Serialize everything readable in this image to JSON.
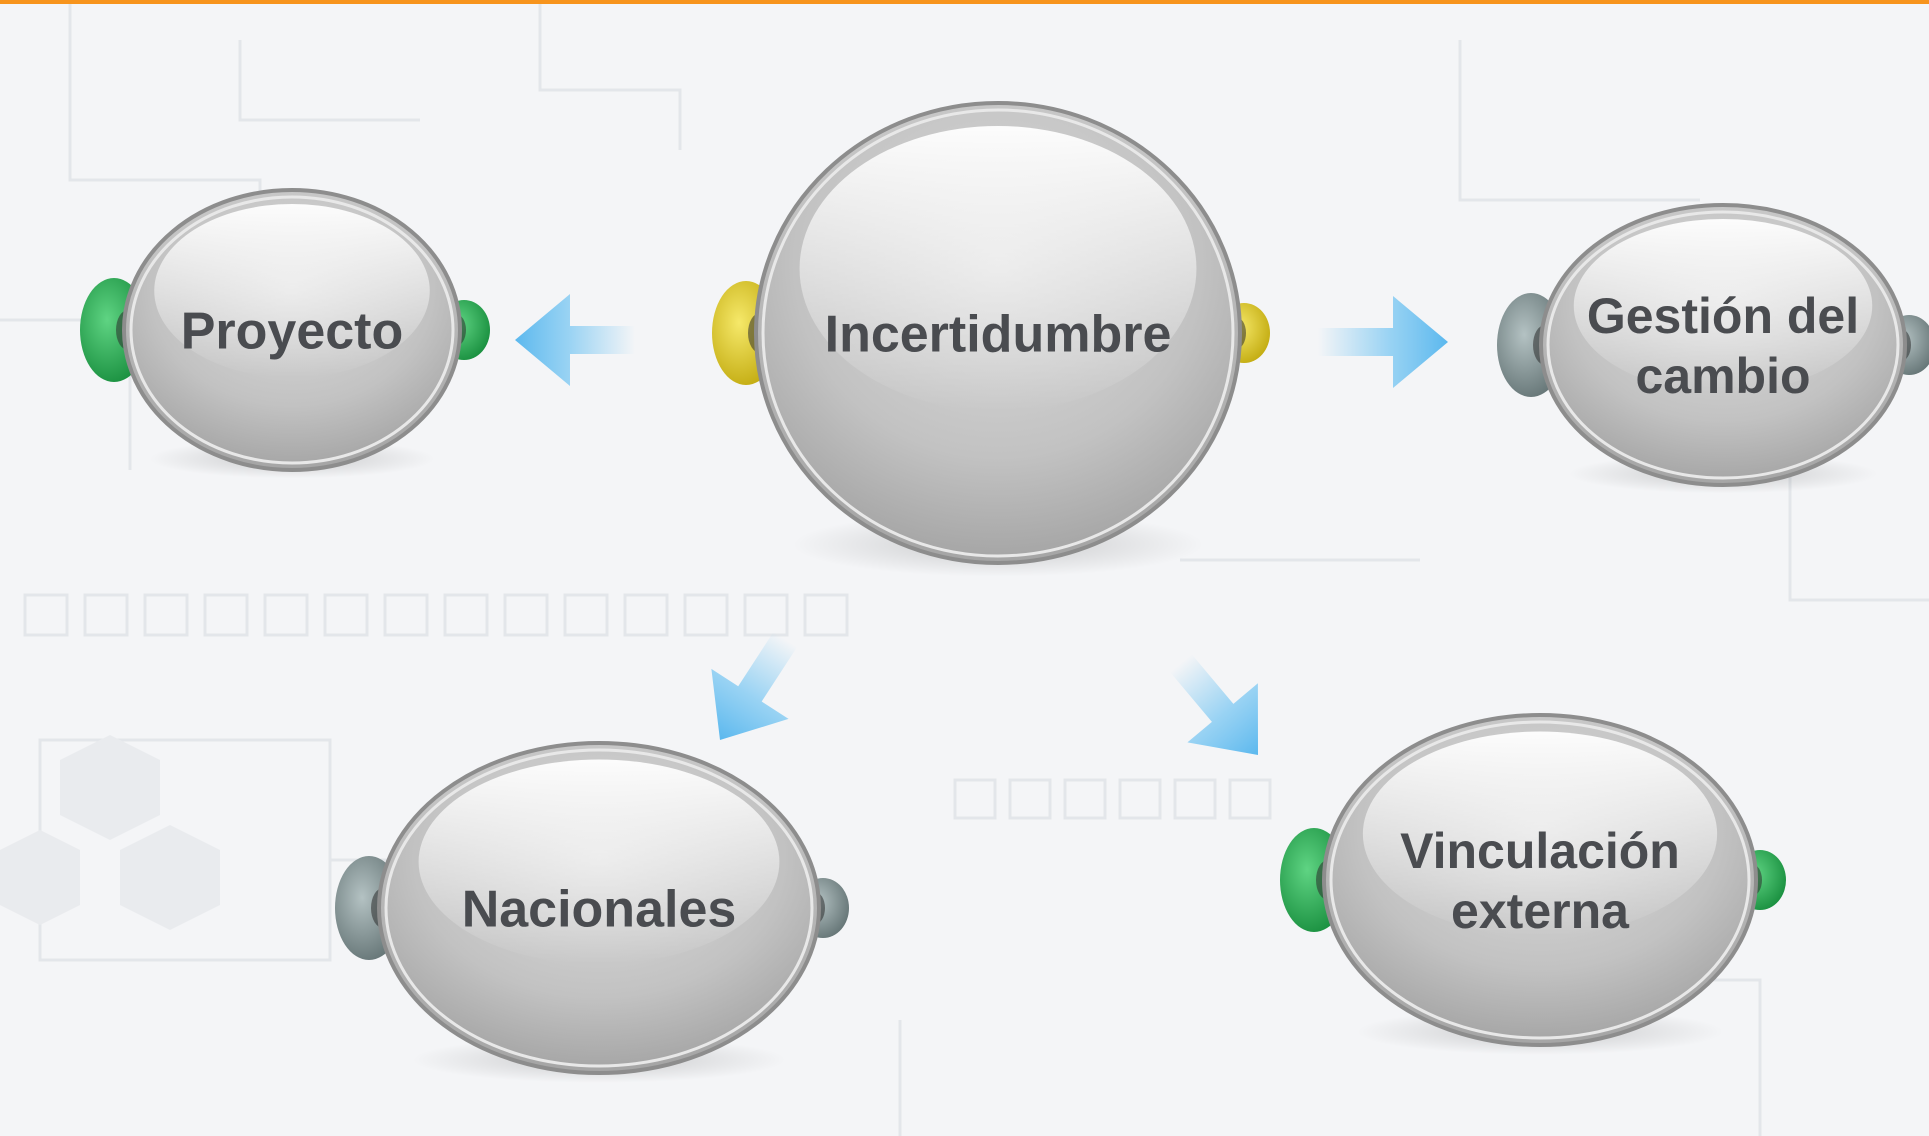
{
  "colors": {
    "accent_top_bar": "#f7941d",
    "background": "#f4f5f7",
    "circuit_lines": "#e1e4e8",
    "arrow": "#8fcff3",
    "label_text": "#4a4c50",
    "cap_green": "#2fb55a",
    "cap_yellow": "#e9d21d",
    "cap_gray": "#8a9a9b"
  },
  "diagram": {
    "nodes": [
      {
        "id": "incertidumbre",
        "lines": [
          "Incertidumbre"
        ],
        "cap_color": "yellow",
        "role": "center"
      },
      {
        "id": "proyecto",
        "lines": [
          "Proyecto"
        ],
        "cap_color": "green"
      },
      {
        "id": "gestion-del-cambio",
        "lines": [
          "Gestión del",
          "cambio"
        ],
        "cap_color": "gray"
      },
      {
        "id": "nacionales",
        "lines": [
          "Nacionales"
        ],
        "cap_color": "gray"
      },
      {
        "id": "vinculacion-externa",
        "lines": [
          "Vinculación",
          "externa"
        ],
        "cap_color": "green"
      }
    ],
    "edges": [
      {
        "from": "incertidumbre",
        "to": "proyecto"
      },
      {
        "from": "incertidumbre",
        "to": "gestion-del-cambio"
      },
      {
        "from": "incertidumbre",
        "to": "nacionales"
      },
      {
        "from": "incertidumbre",
        "to": "vinculacion-externa"
      }
    ]
  }
}
